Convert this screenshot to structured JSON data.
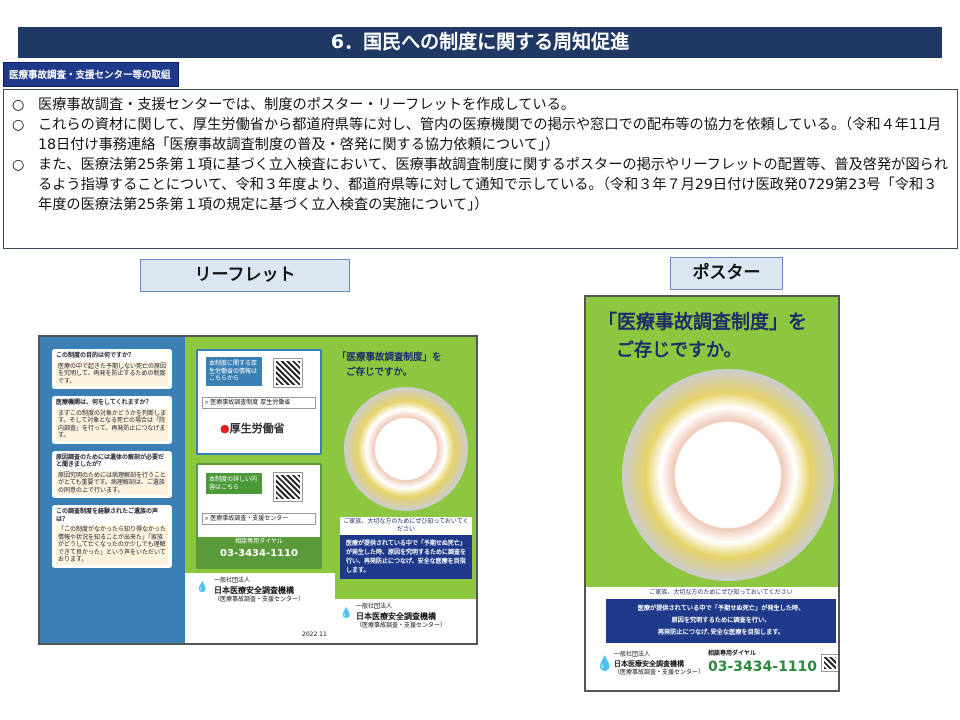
{
  "title": "6．国民への制度に関する周知促進",
  "subheading": "医療事故調査・支援センター等の取組",
  "bullets": [
    {
      "marker": "○",
      "text": "医療事故調査・支援センターでは、制度のポスター・リーフレットを作成している。"
    },
    {
      "marker": "○",
      "text": "これらの資材に関して、厚生労働省から都道府県等に対し、管内の医療機関での掲示や窓口での配布等の協力を依頼している。（令和４年11月18日付け事務連絡「医療事故調査制度の普及・啓発に関する協力依頼について」）"
    },
    {
      "marker": "○",
      "text": "また、医療法第25条第１項に基づく立入検査において、医療事故調査制度に関するポスターの掲示やリーフレットの配置等、普及啓発が図られるよう指導することについて、令和３年度より、都道府県等に対して通知で示している。（令和３年７月29日付け医政発0729第23号「令和３年度の医療法第25条第１項の規定に基づく立入検査の実施について」）"
    }
  ],
  "leaflet_label": "リーフレット",
  "poster_label": "ポスター",
  "leaflet": {
    "faq": [
      {
        "q": "この制度の目的は何ですか？",
        "a": "医療の中で起きた予期しない死亡の原因を究明して、再発を防止するための制度です。"
      },
      {
        "q": "医療機関は、何をしてくれますか？",
        "a": "まずこの制度の対象かどうかを判断します。そして対象となる死亡の場合は「院内調査」を行って、再発防止につなげます。"
      },
      {
        "q": "原因調査のためには遺体の解剖が必要だと聞きましたが？",
        "a": "原因究明のためには病理解剖を行うことがとても重要です。病理解剖は、ご遺族の同意の上で行います。"
      },
      {
        "q": "この調査制度を経験されたご遺族の声は？",
        "a": "「この制度がなかったら知り得なかった情報や状況を知ることが出来た」「家族がどうして亡くなったのか少しでも理解できて良かった」という声をいただいております。"
      }
    ],
    "mhlw_arrow": "本制度に関する厚生労働省の情報はこちらから",
    "mhlw_search": "医療事故調査制度 厚生労働省",
    "mhlw_logo": "厚生労働省",
    "detail_arrow": "本制度の詳しい内容はこちら",
    "detail_search": "医療事故調査・支援センター",
    "dial_label": "相談専用ダイヤル",
    "phone": "03-3434-1110",
    "org_prefix": "一般社団法人",
    "org_name": "日本医療安全調査機構",
    "org_sub": "（医療事故調査・支援センター）",
    "headline1": "「医療事故調査制度」を",
    "headline2": "ご存じですか。",
    "family_note": "ご家族、大切な方のためにぜひ知っておいてください",
    "message": "医療が提供されている中で「予期せぬ死亡」が発生した時、原因を究明するために調査を行い、再発防止につなげ、安全な医療を目指します。",
    "date": "2022.11"
  },
  "poster": {
    "headline1": "「医療事故調査制度」を",
    "headline2": "ご存じですか。",
    "family_note": "ご家族、大切な方のためにぜひ知っておいてください",
    "message1": "医療が提供されている中で「予期せぬ死亡」が発生した時、",
    "message2": "原因を究明するために調査を行い、",
    "message3": "再発防止につなげ､安全な医療を目指します。",
    "org_prefix": "一般社団法人",
    "org_name": "日本医療安全調査機構",
    "org_sub": "（医療事故調査・支援センター）",
    "dial_label": "相談専用ダイヤル",
    "phone": "03-3434-1110"
  }
}
